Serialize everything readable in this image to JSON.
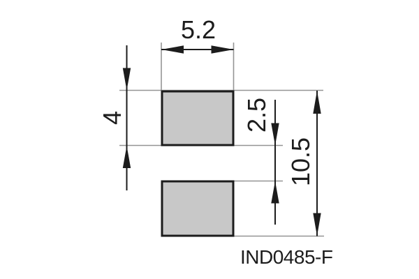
{
  "drawing": {
    "type": "technical-dimension-drawing",
    "part_number": "IND0485-F",
    "dimensions": {
      "pad_width": "5.2",
      "pad_height": "4",
      "pad_gap": "2.5",
      "total_height": "10.5"
    },
    "colors": {
      "background": "#ffffff",
      "pad_fill": "#c8c8c8",
      "outline_dark": "#1c1c1c",
      "extension_line_gray": "#949494"
    },
    "geometry_note": "two equal pads 5.2 wide x 4 high separated by 2.5 gap, overall 10.5"
  }
}
